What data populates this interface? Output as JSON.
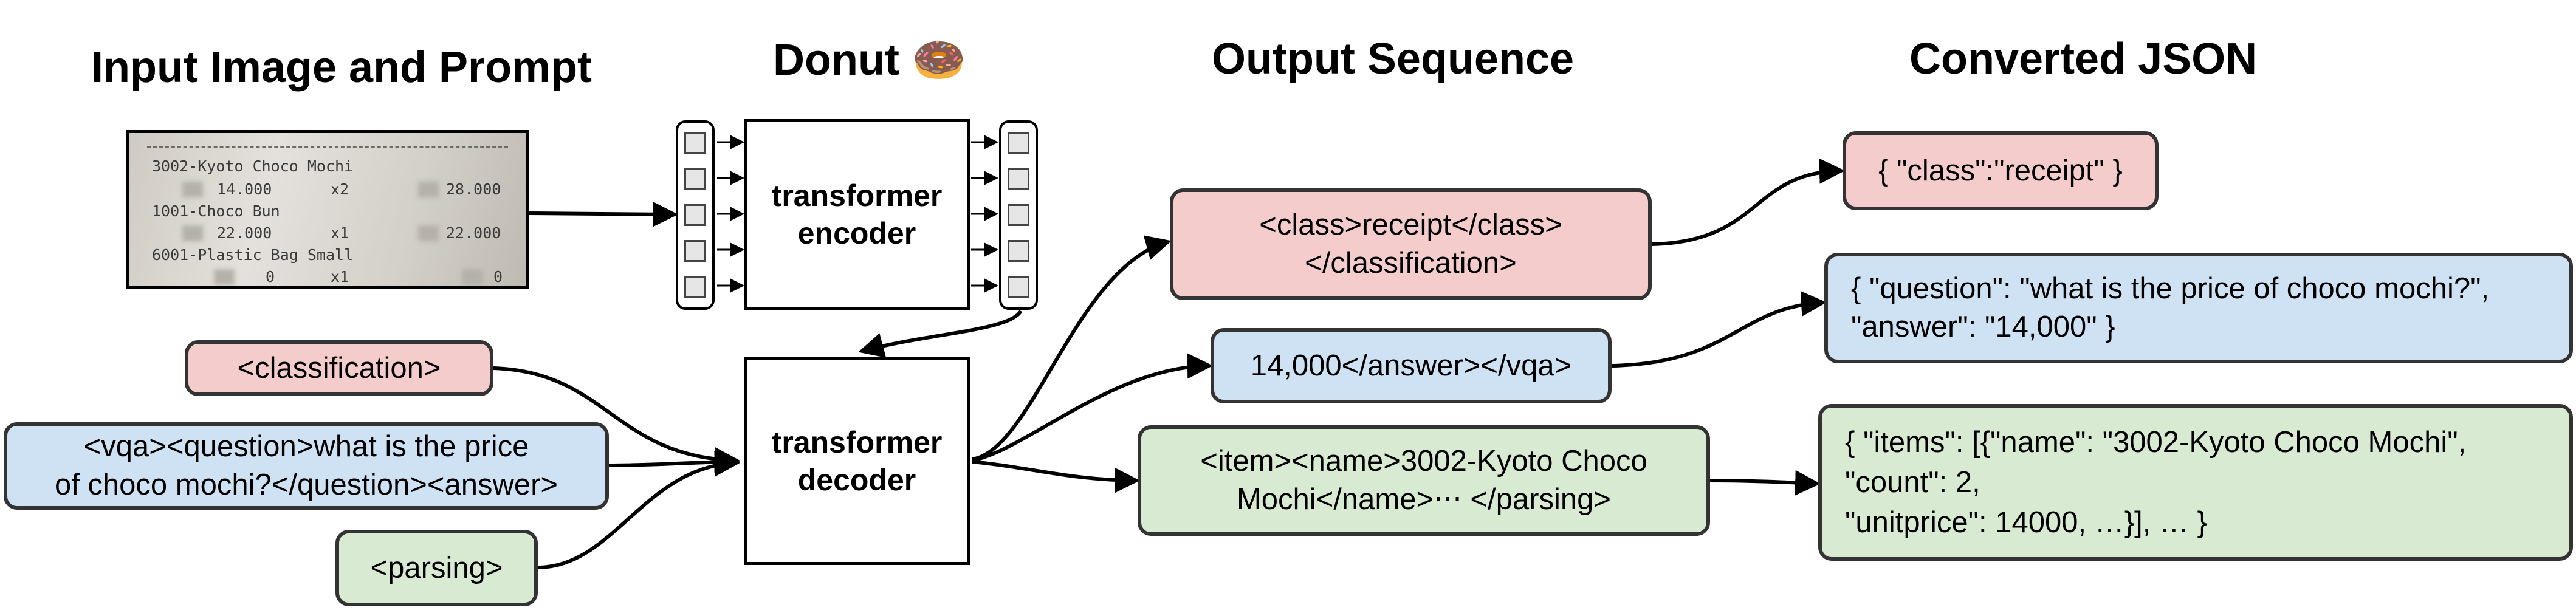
{
  "headers": {
    "input": "Input Image and Prompt",
    "donut": "Donut",
    "donut_emoji": "🍩",
    "output": "Output Sequence",
    "json": "Converted JSON"
  },
  "receipt": {
    "line1": "3002-Kyoto Choco Mochi",
    "line2_price": "14.000",
    "line2_qty": "x2",
    "line2_total": "28.000",
    "line3": "1001-Choco Bun",
    "line4_price": "22.000",
    "line4_qty": "x1",
    "line4_total": "22.000",
    "line5": "6001-Plastic Bag Small",
    "line6_price": "0",
    "line6_qty": "x1",
    "line6_total": "0"
  },
  "prompts": {
    "classification": "<classification>",
    "vqa": "<vqa><question>what is the price\nof choco mochi?</question><answer>",
    "parsing": "<parsing>"
  },
  "model": {
    "encoder": "transformer\nencoder",
    "decoder": "transformer\ndecoder"
  },
  "outputs": {
    "classification": "<class>receipt</class>\n</classification>",
    "vqa": "14,000</answer></vqa>",
    "parsing": "<item><name>3002-Kyoto Choco\nMochi</name>⋅⋅⋅ </parsing>"
  },
  "json_out": {
    "classification": "{ \"class\":\"receipt\" }",
    "vqa": "{ \"question\": \"what is the price of choco mochi?\",\n   \"answer\": \"14,000\" }",
    "parsing": "{ \"items\": [{\"name\": \"3002-Kyoto Choco Mochi\",\n      \"count\": 2,\n      \"unitprice\": 14000, …}], … }"
  },
  "colors": {
    "red": "#f4cccc",
    "blue": "#cfe2f3",
    "green": "#d9ead3",
    "border": "#333333"
  }
}
